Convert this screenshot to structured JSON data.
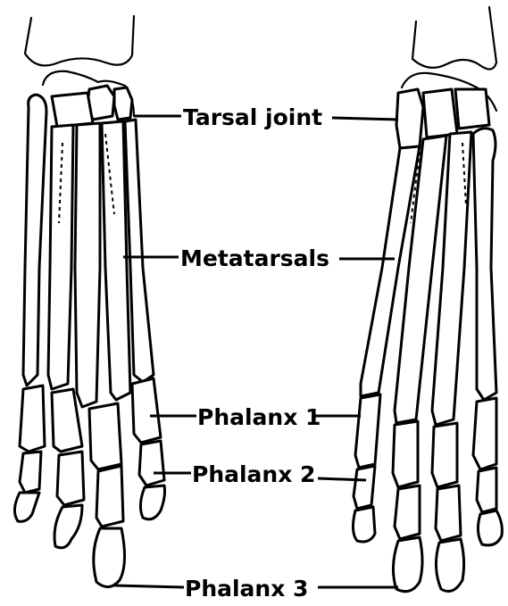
{
  "labels": {
    "tarsal_joint": "Tarsal joint",
    "metatarsals": "Metatarsals",
    "phalanx_1": "Phalanx 1",
    "phalanx_2": "Phalanx 2",
    "phalanx_3": "Phalanx 3"
  },
  "colors": {
    "ink": "#000000",
    "background": "#ffffff"
  }
}
